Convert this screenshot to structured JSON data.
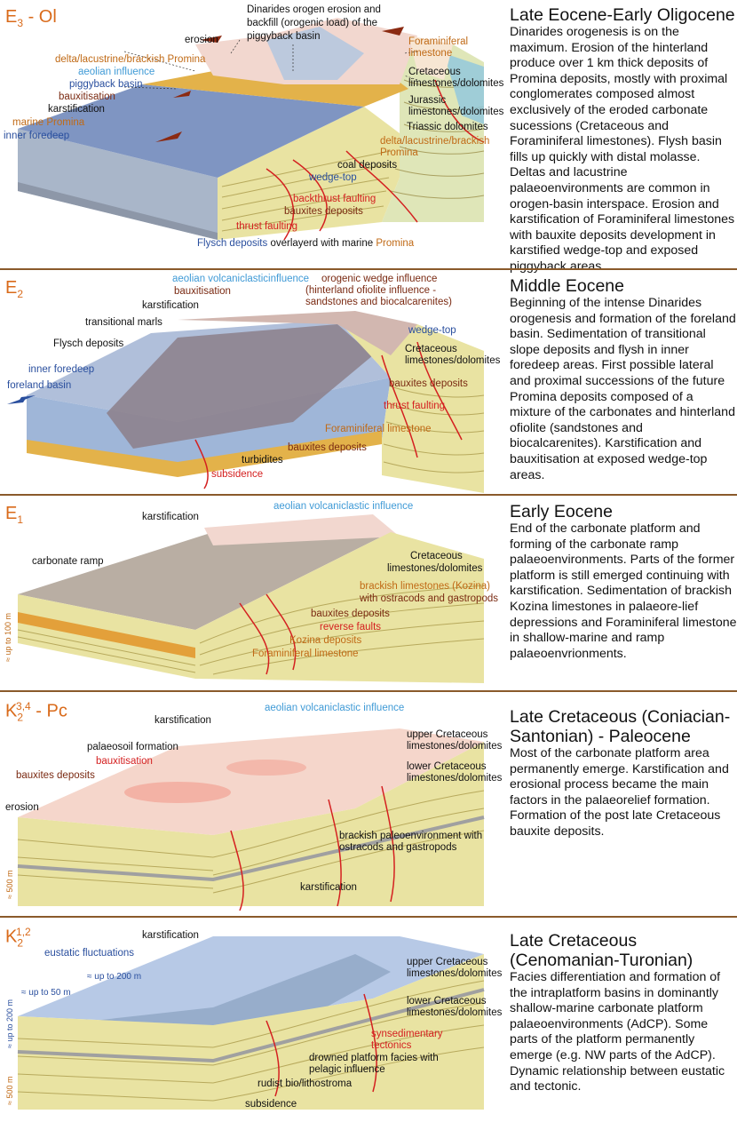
{
  "colors": {
    "accent": "#d96a1a",
    "separator": "#8a5a2b",
    "red": "#d42020",
    "blue": "#2a4f9e",
    "lightblue": "#3f9ad6",
    "brown": "#7a2a12",
    "orange": "#c06a16"
  },
  "panels": [
    {
      "age": {
        "base": "E",
        "sub": "3",
        "suffix": " - Ol"
      },
      "title": "Late Eocene-Early Oligocene",
      "text": "Dinarides orogenesis is on the maximum. Erosion of the hinterland produce over 1 km thick deposits of Promina deposits, mostly with proximal conglomerates composed almost exclusively of the eroded carbonate sucessions (Cretaceous and Foraminiferal limestones). Flysh basin fills up quickly with distal molasse. Deltas and lacustrine palaeoenvironments are common in orogen-basin interspace. Erosion and karstification of Foraminiferal limestones with bauxite deposits development in karstified wedge-top and exposed piggyback areas.",
      "labels": {
        "top1": "Dinarides orogen erosion and",
        "top2": "backfill (orogenic load) of the",
        "top3": "piggyback basin",
        "erosion": "erosion",
        "delta": "delta/lacustrine/brackish Promina",
        "aeolian": "aeolian influence",
        "piggyback": "piggyback basin",
        "bauxitisation": "bauxitisation",
        "karstification": "karstification",
        "marine_promina": "marine Promina",
        "inner_foredeep": "inner foredeep",
        "foram1": "Foraminiferal",
        "foram2": "limestone",
        "cret1": "Cretaceous",
        "cret2": "limestones/dolomites",
        "jur1": "Jurassic",
        "jur2": "limestones/dolomites",
        "triassic": "Triassic dolomites",
        "delta2a": "delta/lacustrine/brackish",
        "delta2b": "Promina",
        "coal": "coal deposits",
        "wedge_top": "wedge-top",
        "backthrust": "backthrust faulting",
        "bauxites": "bauxites deposits",
        "thrust": "thrust faulting",
        "flysch_a": "Flysch deposits",
        "flysch_b": " overlayerd with marine ",
        "flysch_c": "Promina"
      }
    },
    {
      "age": {
        "base": "E",
        "sub": "2",
        "suffix": ""
      },
      "title": "Middle Eocene",
      "text": "Beginning of the intense Dinarides orogenesis and formation of the foreland basin. Sedimentation of transitional slope deposits and flysh in inner foredeep areas. First possible lateral and proximal successions of the future Promina deposits composed of a mixture of the carbonates and hinterland ofiolite (sandstones and biocalcarenites). Karstification and bauxitisation at exposed wedge-top areas.",
      "labels": {
        "aeolian": "aeolian volcaniclasticinfluence",
        "orogenic1": "orogenic wedge influence",
        "orogenic2": "(hinterland ofiolite influence -",
        "orogenic3": "sandstones and biocalcarenites)",
        "bauxitisation": "bauxitisation",
        "karstification": "karstification",
        "transitional": "transitional marls",
        "flysch": "Flysch deposits",
        "inner_foredeep": "inner foredeep",
        "foreland": "foreland basin",
        "wedge_top": "wedge-top",
        "cret1": "Cretaceous",
        "cret2": "limestones/dolomites",
        "bauxites": "bauxites deposits",
        "thrust": "thrust faulting",
        "foram": "Foraminiferal limestone",
        "bauxites2": "bauxites deposits",
        "turbidites": "turbidites",
        "subsidence": "subsidence"
      }
    },
    {
      "age": {
        "base": "E",
        "sub": "1",
        "suffix": ""
      },
      "title": "Early Eocene",
      "text": "End of the carbonate platform and forming of the carbonate ramp palaeoenvironments. Parts of the former platform is still emerged continuing with karstification. Sedimentation of brackish Kozina limestones in palaeore-lief depressions and Foraminiferal limestone in shallow-marine and ramp palaeoenvrionments.",
      "labels": {
        "karstification": "karstification",
        "aeolian": "aeolian volcaniclastic influence",
        "ramp": "carbonate ramp",
        "scale": "≈ up to 100 m",
        "cret1": "Cretaceous",
        "cret2": "limestones/dolomites",
        "brackish1": "brackish limestones (Kozina)",
        "brackish2": "with ostracods and gastropods",
        "bauxites": "bauxites deposits",
        "reverse": "reverse faults",
        "kozina": "Kozina deposits",
        "foram": "Foraminiferal limestone"
      }
    },
    {
      "age": {
        "base": "K",
        "sub": "2",
        "sup": "3,4",
        "suffix": " - Pc"
      },
      "title": "Late Cretaceous (Coniacian-Santonian) - Paleocene",
      "text": "Most of the carbonate platform area permanently emerge. Karstification and erosional process became the main factors in the palaeorelief formation. Formation of the post late Cretaceous bauxite deposits.",
      "labels": {
        "karstification": "karstification",
        "aeolian": "aeolian volcaniclastic influence",
        "palaeosoil": "palaeosoil formation",
        "bauxitisation": "bauxitisation",
        "bauxites": "bauxites deposits",
        "erosion": "erosion",
        "upper1": "upper Cretaceous",
        "upper2": "limestones/dolomites",
        "lower1": "lower Cretaceous",
        "lower2": "limestones/dolomites",
        "brackish1": "brackish paleoenvironment with",
        "brackish2": "ostracods and gastropods",
        "karstification2": "karstification",
        "scale": "≈ 500 m"
      }
    },
    {
      "age": {
        "base": "K",
        "sub": "2",
        "sup": "1,2",
        "suffix": ""
      },
      "title": "Late Cretaceous (Cenomanian-Turonian)",
      "text": "Facies differentiation and formation of the intraplatform basins in dominantly shallow-marine carbonate platform palaeoenvironments (AdCP). Some parts of the platform permanently emerge (e.g. NW parts of the AdCP). Dynamic relationship between eustatic and tectonic.",
      "labels": {
        "karstification": "karstification",
        "eustatic": "eustatic fluctuations",
        "up200": "≈ up to 200 m",
        "up50": "≈ up to 50 m",
        "scale200": "≈ up to 200 m",
        "scale500": "≈ 500 m",
        "upper1": "upper Cretaceous",
        "upper2": "limestones/dolomites",
        "lower1": "lower Cretaceous",
        "lower2": "limestones/dolomites",
        "synsed1": "synsedimentary",
        "synsed2": "tectonics",
        "drowned1": "drowned platform facies with",
        "drowned2": "pelagic influence",
        "rudist": "rudist bio/lithostroma",
        "subsidence": "subsidence"
      }
    }
  ]
}
